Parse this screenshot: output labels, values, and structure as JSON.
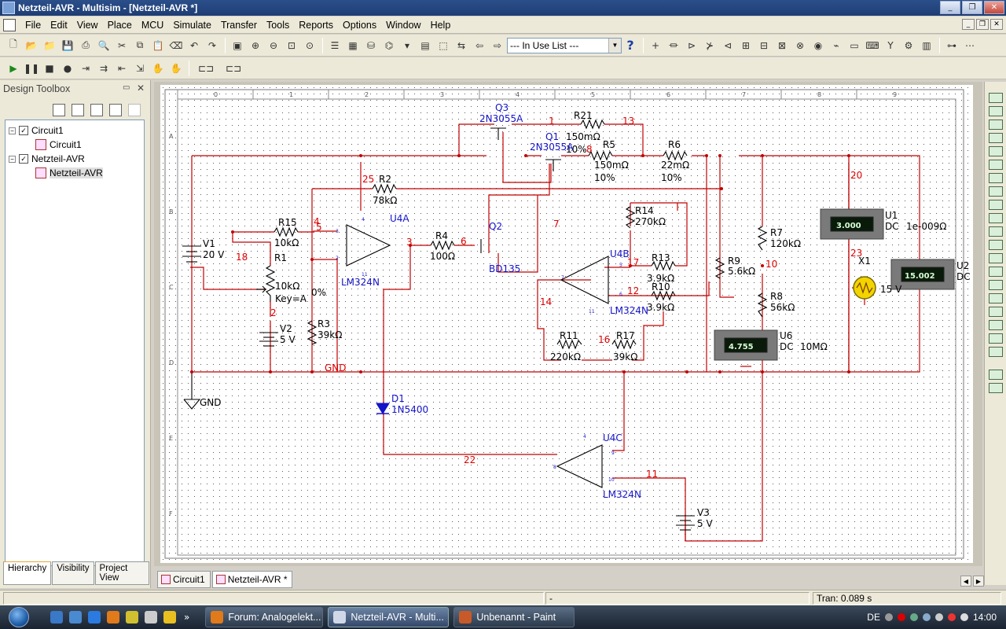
{
  "window": {
    "title": "Netzteil-AVR - Multisim - [Netzteil-AVR *]"
  },
  "menu": [
    "File",
    "Edit",
    "View",
    "Place",
    "MCU",
    "Simulate",
    "Transfer",
    "Tools",
    "Reports",
    "Options",
    "Window",
    "Help"
  ],
  "toolbar": {
    "in_use_list": "--- In Use List ---",
    "help_label": "?"
  },
  "design_toolbox": {
    "title": "Design Toolbox",
    "tree": [
      {
        "label": "Circuit1",
        "level": 0
      },
      {
        "label": "Circuit1",
        "level": 1
      },
      {
        "label": "Netzteil-AVR",
        "level": 0
      },
      {
        "label": "Netzteil-AVR",
        "level": 1
      }
    ],
    "tabs": [
      "Hierarchy",
      "Visibility",
      "Project View"
    ]
  },
  "schematic": {
    "ruler_cols": [
      "0",
      "1",
      "2",
      "3",
      "4",
      "5",
      "6",
      "7",
      "8",
      "9"
    ],
    "ruler_rows": [
      "A",
      "B",
      "C",
      "D",
      "E",
      "F"
    ],
    "labels": {
      "q3": "Q3",
      "q3_part": "2N3055A",
      "q1": "Q1",
      "q1_part": "2N3055A",
      "q2": "Q2",
      "q2_part": "BD135",
      "r21": "R21",
      "r21_val": "150mΩ",
      "r21_tol": "10%",
      "r5": "R5",
      "r5_val": "150mΩ",
      "r5_tol": "10%",
      "r6": "R6",
      "r6_val": "22mΩ",
      "r6_tol": "10%",
      "r2": "R2",
      "r2_val": "78kΩ",
      "r15": "R15",
      "r15_val": "10kΩ",
      "r1": "R1",
      "r1_val": "10kΩ",
      "r1_key": "Key=A",
      "r1_pct": "0%",
      "r3": "R3",
      "r3_val": "39kΩ",
      "r4": "R4",
      "r4_val": "100Ω",
      "r14": "R14",
      "r14_val": "270kΩ",
      "r13": "R13",
      "r13_val": "3.9kΩ",
      "r10": "R10",
      "r10_val": "3.9kΩ",
      "r11": "R11",
      "r11_val": "220kΩ",
      "r17": "R17",
      "r17_val": "39kΩ",
      "r9": "R9",
      "r9_val": "5.6kΩ",
      "r7": "R7",
      "r7_val": "120kΩ",
      "r8": "R8",
      "r8_val": "56kΩ",
      "v1": "V1",
      "v1_val": "20 V",
      "v2": "V2",
      "v2_val": "5 V",
      "v3": "V3",
      "v3_val": "5 V",
      "u4a": "U4A",
      "u4a_part": "LM324N",
      "u4b": "U4B",
      "u4b_part": "LM324N",
      "u4c": "U4C",
      "u4c_part": "LM324N",
      "d1": "D1",
      "d1_part": "1N5400",
      "x1": "X1",
      "x1_val": "15 V",
      "gnd1": "GND",
      "gnd2": "GND",
      "u1": "U1",
      "u1_mode": "DC",
      "u1_res": "1e-009Ω",
      "u2": "U2",
      "u2_mode": "DC",
      "u6": "U6",
      "u6_mode": "DC",
      "u6_res": "10MΩ"
    },
    "meters": {
      "u1_reading": "3.000",
      "u2_reading": "15.002",
      "u6_reading": "4.755"
    },
    "nets": {
      "n1": "1",
      "n13": "13",
      "n8": "8",
      "n25": "25",
      "n20": "20",
      "n4": "4",
      "n5": "5",
      "n18": "18",
      "n3": "3",
      "n6": "6",
      "n7": "7",
      "n2": "2",
      "n17": "17",
      "n12": "12",
      "n14": "14",
      "n16": "16",
      "n10": "10",
      "n23": "23",
      "n22": "22",
      "n11": "11"
    },
    "pins": {
      "p4": "4",
      "p3": "3",
      "p2": "2",
      "p11a": "11",
      "p5": "5",
      "p6": "6",
      "p7": "7",
      "p11b": "11",
      "p4c": "4",
      "p9": "9",
      "p8": "8",
      "p10": "10"
    }
  },
  "sheet_tabs": [
    "Circuit1",
    "Netzteil-AVR *"
  ],
  "statusbar": {
    "center": "-",
    "right": "Tran: 0.089 s"
  },
  "taskbar": {
    "tasks": [
      "Forum: Analogelekt...",
      "Netzteil-AVR - Multi...",
      "Unbenannt - Paint"
    ],
    "lang": "DE",
    "clock": "14:00"
  },
  "colors": {
    "wire": "#c00000",
    "component": "#000000",
    "label_blue": "#1414c8",
    "net_red": "#dd0000"
  }
}
